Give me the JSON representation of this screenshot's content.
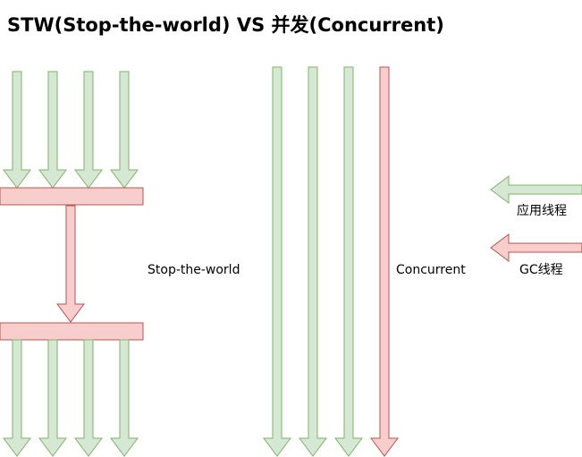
{
  "title": "STW(Stop-the-world) VS 并发(Concurrent)",
  "labels": {
    "stw": "Stop-the-world",
    "concurrent": "Concurrent"
  },
  "legend": {
    "app_thread": "应用线程",
    "gc_thread": "GC线程"
  },
  "colors": {
    "app_fill": "#d5e8d4",
    "app_stroke": "#82b366",
    "gc_fill": "#f8cecc",
    "gc_stroke": "#b85450"
  }
}
